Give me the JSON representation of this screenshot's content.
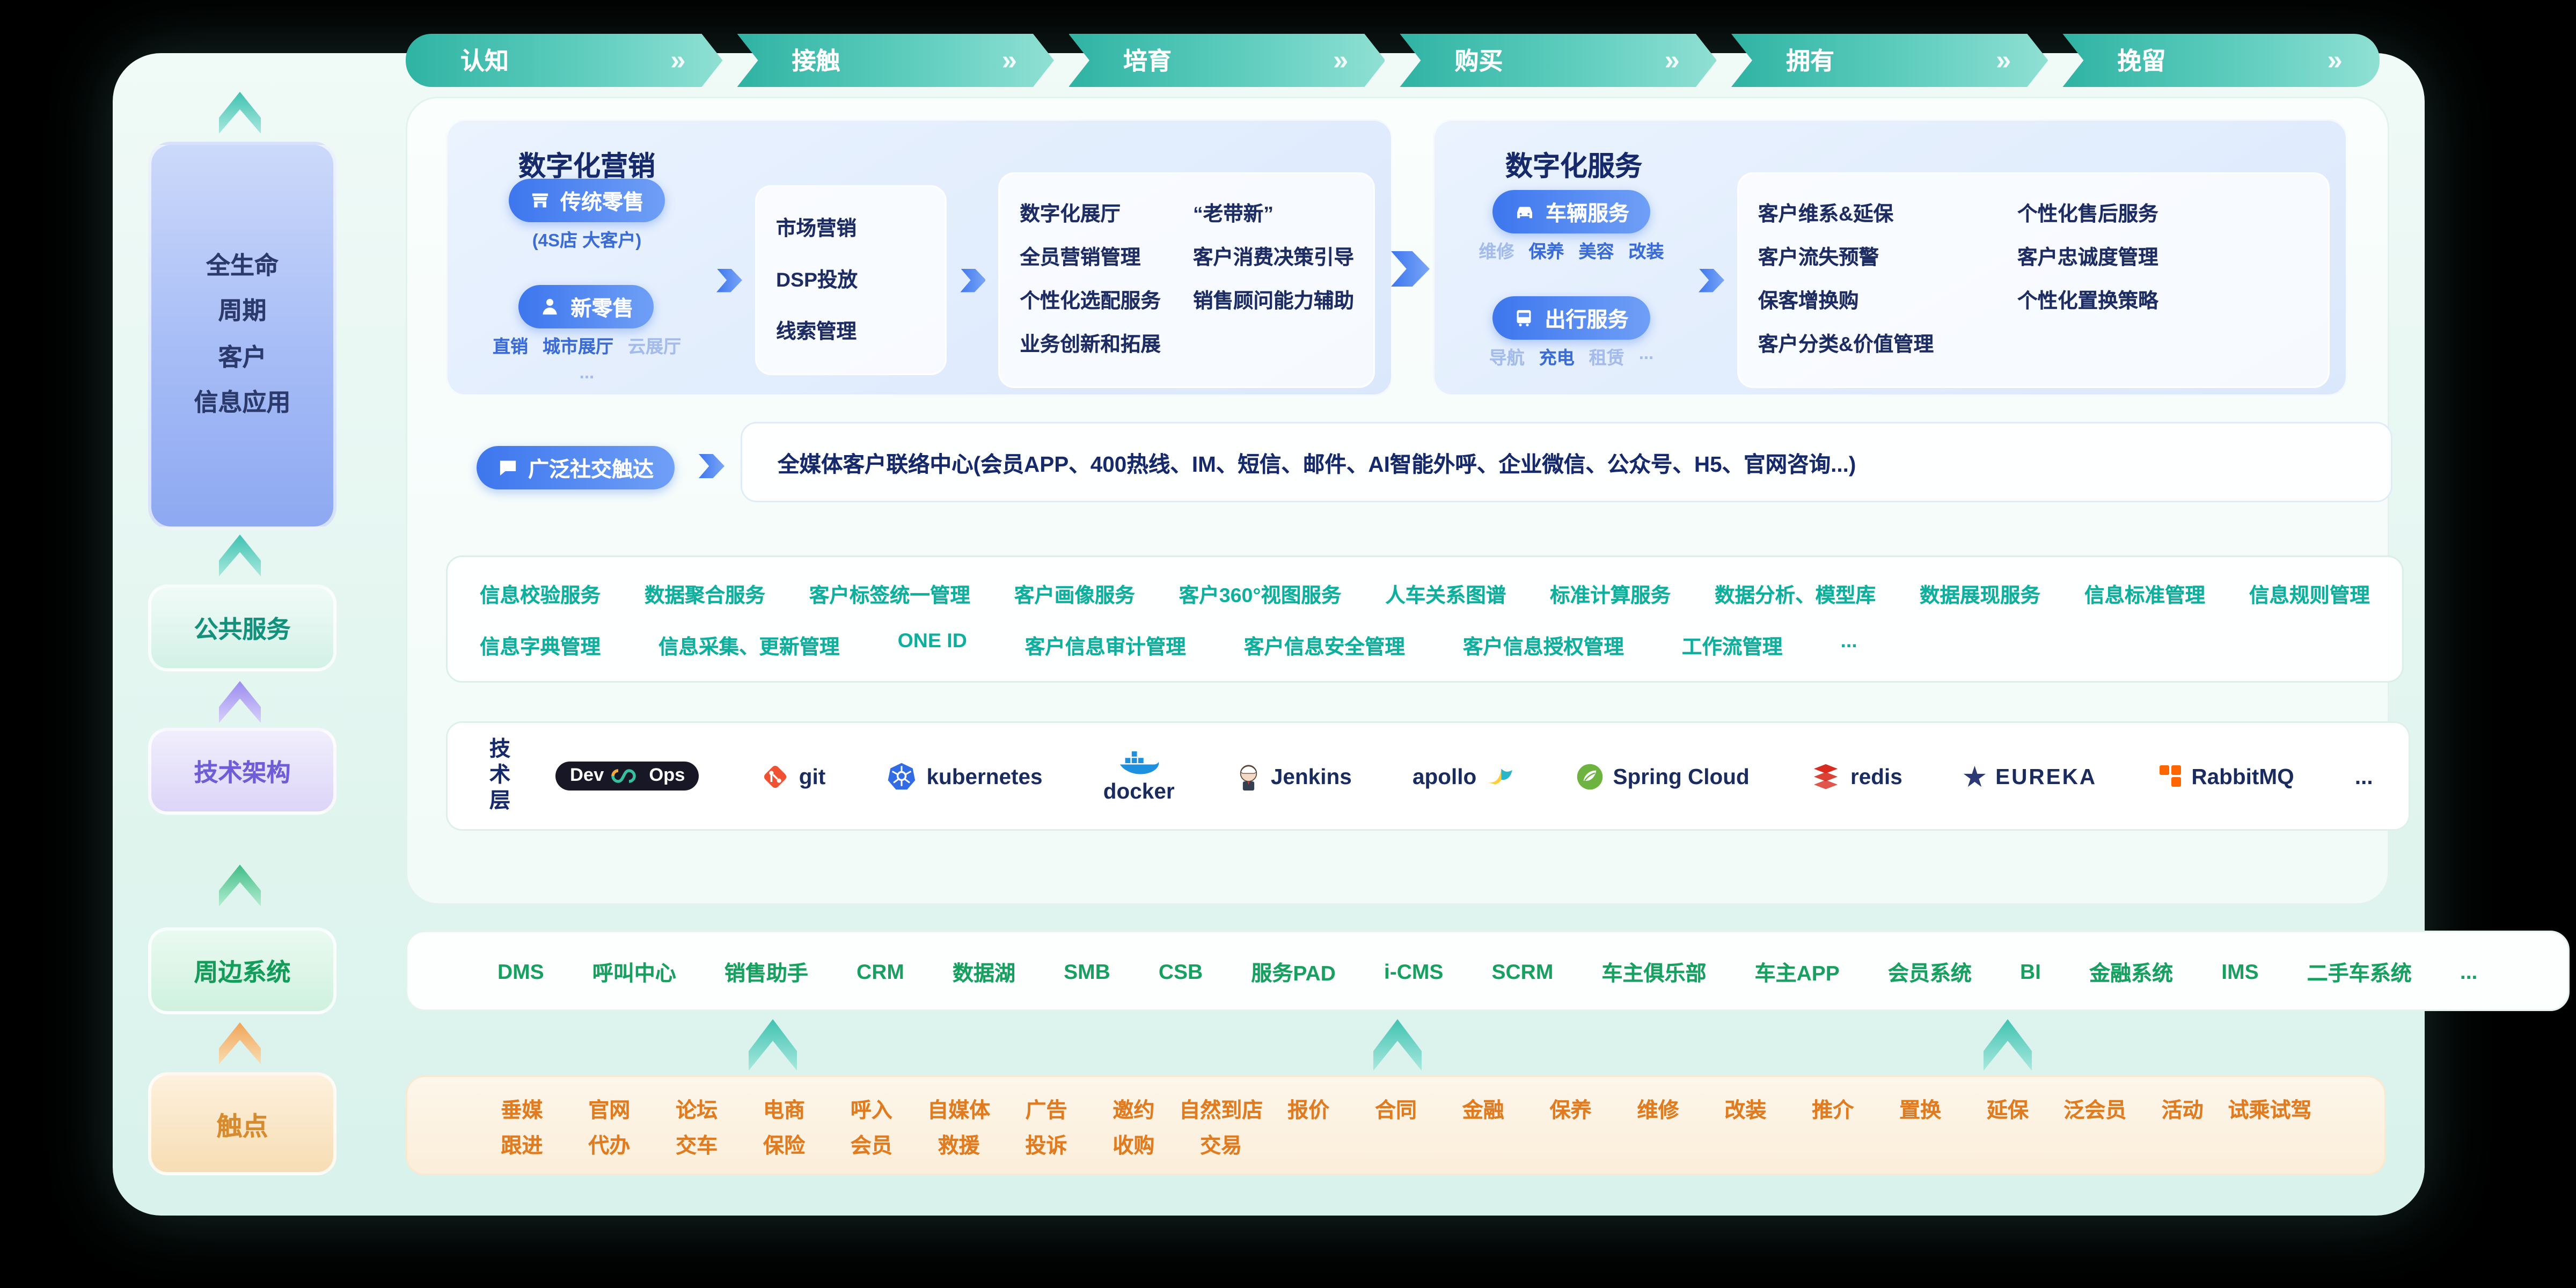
{
  "stage_bar": {
    "chevron": "»",
    "items": [
      {
        "label": "认知"
      },
      {
        "label": "接触"
      },
      {
        "label": "培育"
      },
      {
        "label": "购买"
      },
      {
        "label": "拥有"
      },
      {
        "label": "挽留"
      }
    ]
  },
  "sidebar": {
    "lifecycle_lines": [
      "全生命",
      "周期",
      "客户",
      "信息应用"
    ],
    "public_label": "公共服务",
    "tech_label": "技术架构",
    "peripheral_label": "周边系统",
    "touch_label": "触点"
  },
  "marketing": {
    "title": "数字化营销",
    "traditional": {
      "label": "传统零售",
      "sub": "(4S店 大客户)"
    },
    "new_retail": {
      "label": "新零售",
      "subs": [
        {
          "t": "直销"
        },
        {
          "t": "城市展厅"
        },
        {
          "t": "云展厅",
          "muted": true
        },
        {
          "t": "...",
          "muted": true
        }
      ]
    },
    "funnel_stage1": [
      "市场营销",
      "DSP投放",
      "线索管理"
    ],
    "funnel_stage2_col1": [
      "数字化展厅",
      "全员营销管理",
      "个性化选配服务",
      "业务创新和拓展"
    ],
    "funnel_stage2_col2": [
      "“老带新”",
      "客户消费决策引导",
      "销售顾问能力辅助"
    ]
  },
  "service": {
    "title": "数字化服务",
    "vehicle": {
      "label": "车辆服务",
      "subs": [
        {
          "t": "维修",
          "muted": true
        },
        {
          "t": "保养"
        },
        {
          "t": "美容"
        },
        {
          "t": "改装"
        }
      ]
    },
    "travel": {
      "label": "出行服务",
      "subs": [
        {
          "t": "导航",
          "muted": true
        },
        {
          "t": "充电"
        },
        {
          "t": "租赁",
          "muted": true
        },
        {
          "t": "...",
          "muted": true
        }
      ]
    },
    "box_col1": [
      "客户维系&延保",
      "客户流失预警",
      "保客增换购",
      "客户分类&价值管理"
    ],
    "box_col2": [
      "个性化售后服务",
      "客户忠诚度管理",
      "个性化置换策略"
    ]
  },
  "social": {
    "label": "广泛社交触达",
    "content": "全媒体客户联络中心(会员APP、400热线、IM、短信、邮件、AI智能外呼、企业微信、公众号、H5、官网咨询...)"
  },
  "public_services": {
    "row1": [
      "信息校验服务",
      "数据聚合服务",
      "客户标签统一管理",
      "客户画像服务",
      "客户360°视图服务",
      "人车关系图谱",
      "标准计算服务",
      "数据分析、模型库",
      "数据展现服务",
      "信息标准管理",
      "信息规则管理"
    ],
    "row2": [
      "信息字典管理",
      "信息采集、更新管理",
      "ONE ID",
      "客户信息审计管理",
      "客户信息安全管理",
      "客户信息授权管理",
      "工作流管理",
      "..."
    ]
  },
  "tech_layer": {
    "label": "技术层",
    "logos": [
      {
        "name": "devops",
        "label_a": "Dev",
        "label_b": "Ops"
      },
      {
        "name": "git",
        "label": "git"
      },
      {
        "name": "kubernetes",
        "label": "kubernetes"
      },
      {
        "name": "docker",
        "label": "docker"
      },
      {
        "name": "jenkins",
        "label": "Jenkins"
      },
      {
        "name": "apollo",
        "label": "apollo"
      },
      {
        "name": "spring-cloud",
        "label": "Spring Cloud"
      },
      {
        "name": "redis",
        "label": "redis"
      },
      {
        "name": "eureka",
        "label": "EUREKA"
      },
      {
        "name": "rabbitmq",
        "label": "RabbitMQ"
      },
      {
        "name": "more",
        "label": "..."
      }
    ]
  },
  "peripheral_systems": [
    "DMS",
    "呼叫中心",
    "销售助手",
    "CRM",
    "数据湖",
    "SMB",
    "CSB",
    "服务PAD",
    "i-CMS",
    "SCRM",
    "车主俱乐部",
    "车主APP",
    "会员系统",
    "BI",
    "金融系统",
    "IMS",
    "二手车系统",
    "..."
  ],
  "touchpoints": {
    "row1": [
      "垂媒",
      "官网",
      "论坛",
      "电商",
      "呼入",
      "自媒体",
      "广告",
      "邀约",
      "自然到店",
      "报价",
      "合同",
      "金融",
      "保养",
      "维修",
      "改装",
      "推介",
      "置换",
      "延保",
      "泛会员",
      "活动",
      "试乘试驾"
    ],
    "row2": [
      "跟进",
      "代办",
      "交车",
      "保险",
      "会员",
      "救援",
      "投诉",
      "收购",
      "交易"
    ]
  },
  "colors": {
    "stage_teal": "#2fb3a3",
    "pill_blue": "#3d76ee",
    "text_navy": "#15296b",
    "service_teal": "#0faf9d",
    "system_green": "#17a05f",
    "touch_orange": "#e07b1f",
    "tech_purple": "#6f5cd8"
  }
}
